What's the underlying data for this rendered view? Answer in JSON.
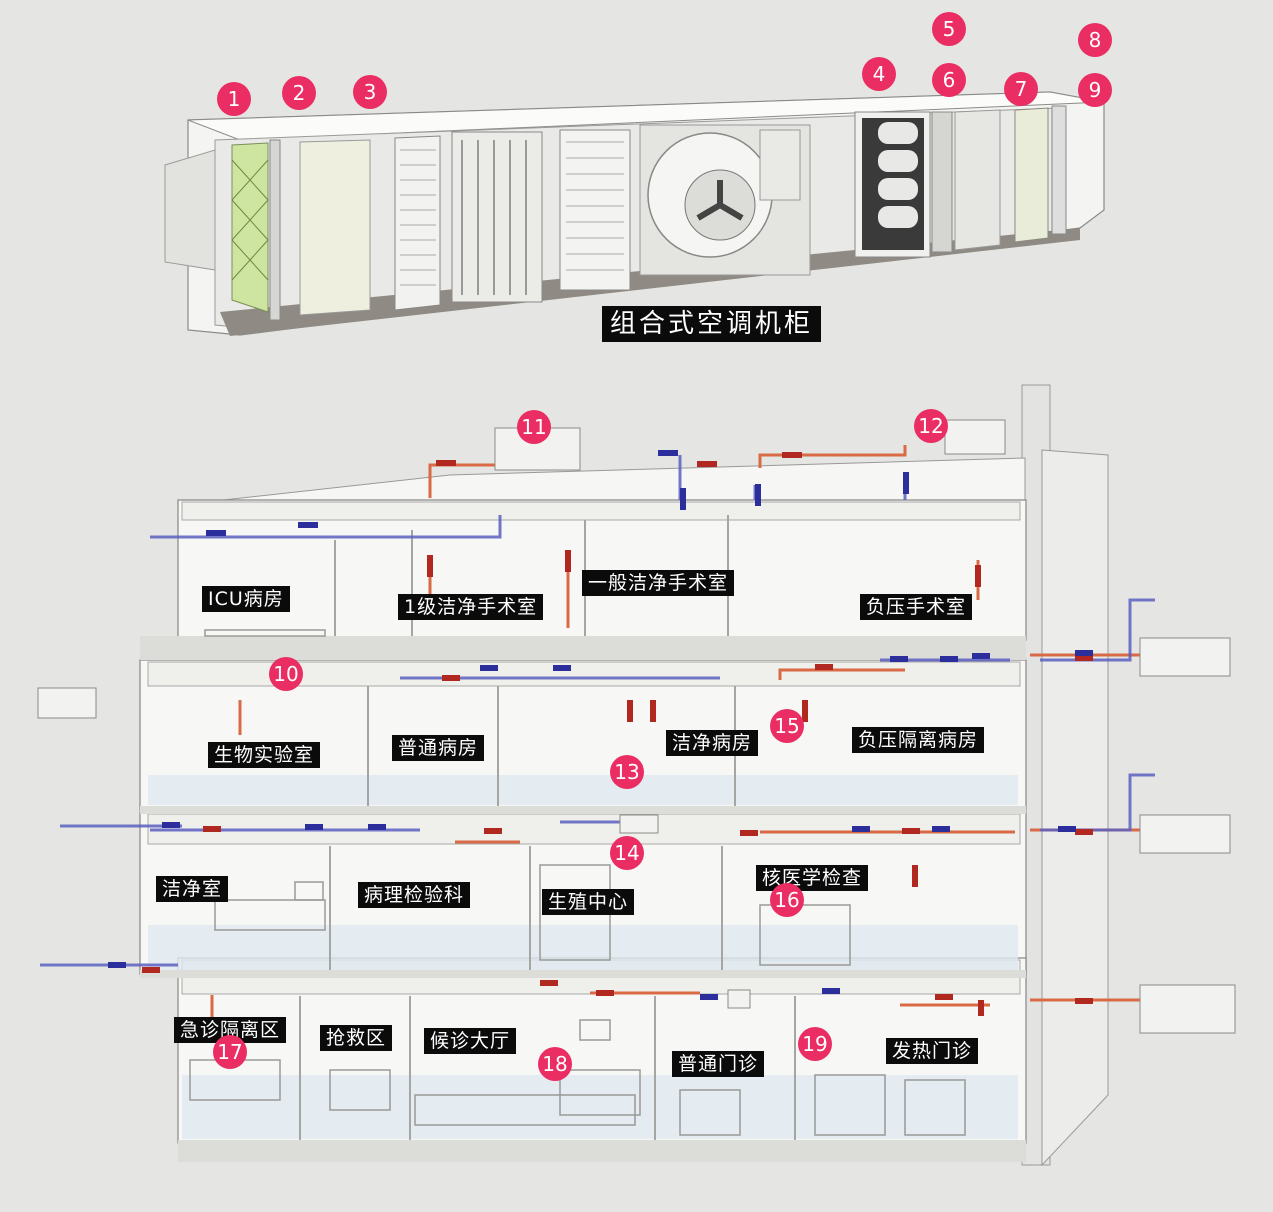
{
  "title": "组合式空调机柜",
  "colors": {
    "supply": "#c0392b",
    "return": "#2c2f9b",
    "marker": "#ea2d63"
  },
  "ahu_markers": [
    "1",
    "2",
    "3",
    "4",
    "5",
    "6",
    "7",
    "8",
    "9"
  ],
  "building_markers": [
    "10",
    "11",
    "12",
    "13",
    "14",
    "15",
    "16",
    "17",
    "18",
    "19"
  ],
  "rooms": {
    "icu": "ICU病房",
    "or1": "1级洁净手术室",
    "or_general": "一般洁净手术室",
    "or_negative": "负压手术室",
    "biolab": "生物实验室",
    "general_ward": "普通病房",
    "clean_ward": "洁净病房",
    "negative_isolation": "负压隔离病房",
    "clean_room": "洁净室",
    "pathology": "病理检验科",
    "reproductive": "生殖中心",
    "nuclear": "核医学检查",
    "er_isolation": "急诊隔离区",
    "rescue": "抢救区",
    "waiting_hall": "候诊大厅",
    "general_outpatient": "普通门诊",
    "fever_clinic": "发热门诊"
  }
}
